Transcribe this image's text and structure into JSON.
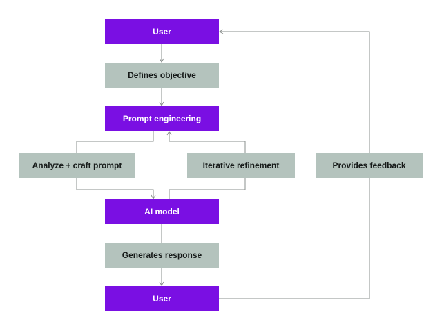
{
  "colors": {
    "primary_node": "#7a0fe3",
    "secondary_node": "#b4c3bd",
    "connector": "#8a8f8d"
  },
  "nodes": {
    "user_top": "User",
    "defines_objective": "Defines objective",
    "prompt_engineering": "Prompt engineering",
    "analyze_craft": "Analyze + craft prompt",
    "iterative_refinement": "Iterative refinement",
    "provides_feedback": "Provides feedback",
    "ai_model": "AI model",
    "generates_response": "Generates response",
    "user_bottom": "User"
  }
}
